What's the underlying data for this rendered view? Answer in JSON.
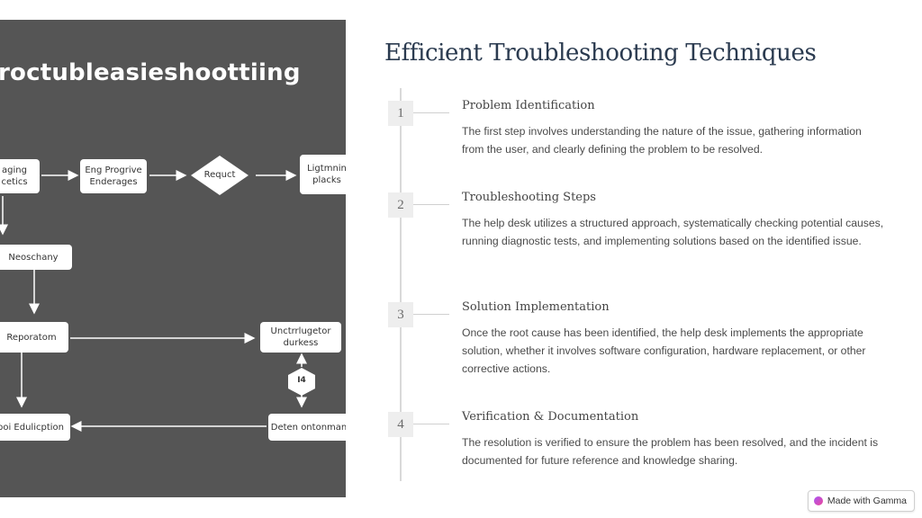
{
  "flowchart": {
    "title": "roctubleasieshoottiing",
    "nodes": {
      "aging_cetics": "aging\ncetics",
      "eng_progrive": "Eng Progrive\nEnderages",
      "reduct": "Requct",
      "ligtmning": "Ligtmnin\nplacks",
      "neoschany": "Neoschany",
      "reporatom": "Reporatom",
      "unctrrlugetor": "Unctrrlugetor\ndurkess",
      "hex": "I4",
      "boi_edulicption": "boi Edulicption",
      "deten_ontonman": "Deten ontonman"
    }
  },
  "page": {
    "title": "Efficient Troubleshooting Techniques"
  },
  "steps": [
    {
      "number": "1",
      "title": "Problem Identification",
      "description": "The first step involves understanding the nature of the issue, gathering information from the user, and clearly defining the problem to be resolved."
    },
    {
      "number": "2",
      "title": "Troubleshooting Steps",
      "description": "The help desk utilizes a structured approach, systematically checking potential causes, running diagnostic tests, and implementing solutions based on the identified issue."
    },
    {
      "number": "3",
      "title": "Solution Implementation",
      "description": "Once the root cause has been identified, the help desk implements the appropriate solution, whether it involves software configuration, hardware replacement, or other corrective actions."
    },
    {
      "number": "4",
      "title": "Verification & Documentation",
      "description": "The resolution is verified to ensure the problem has been resolved, and the incident is documented for future reference and knowledge sharing."
    }
  ],
  "badge": {
    "label": "Made with Gamma",
    "icon": "gamma-logo-icon"
  },
  "colors": {
    "title": "#2a3a4f",
    "image_background": "#555555"
  }
}
